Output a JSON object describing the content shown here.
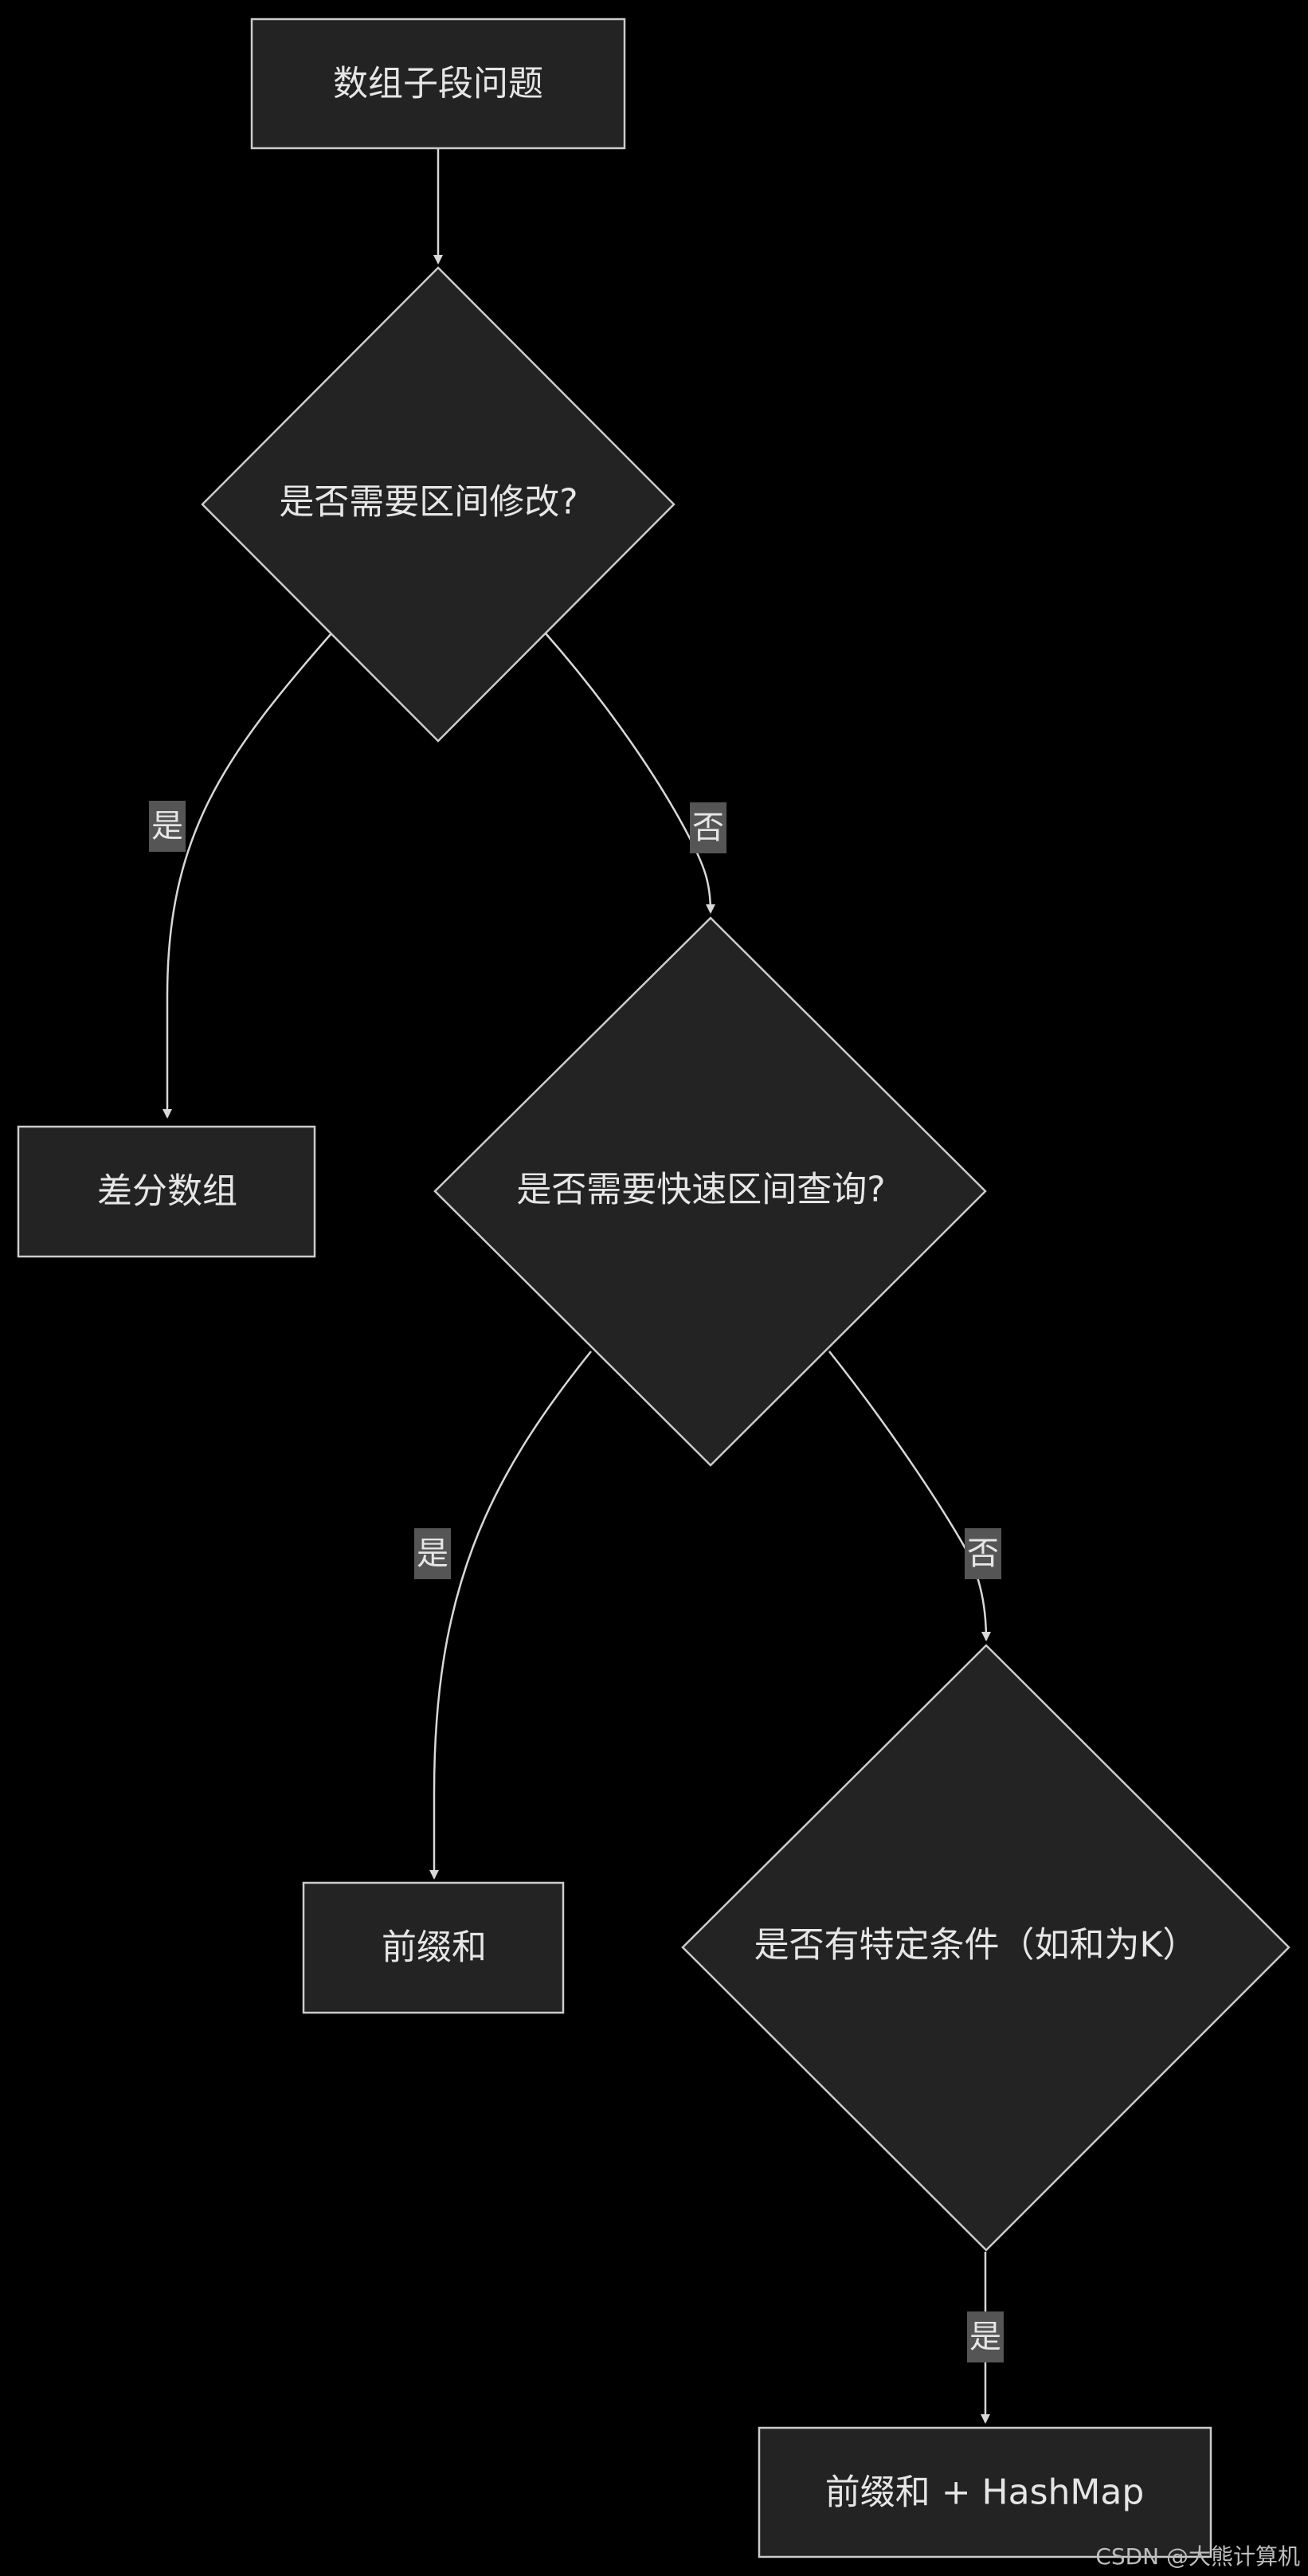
{
  "nodes": {
    "start": "数组子段问题",
    "decision_range_modify": "是否需要区间修改?",
    "diff_array": "差分数组",
    "decision_range_query": "是否需要快速区间查询?",
    "prefix_sum": "前缀和",
    "decision_condition": "是否有特定条件（如和为K）",
    "prefix_hashmap": "前缀和 + HashMap"
  },
  "edges": {
    "modify_yes": "是",
    "modify_no": "否",
    "query_yes": "是",
    "query_no": "否",
    "condition_yes": "是"
  },
  "watermark": "CSDN @大熊计算机",
  "colors": {
    "background": "#000000",
    "node_fill": "#232323",
    "node_stroke": "#cccccc",
    "edge": "#d8d8d8",
    "edge_label_bg": "#555555",
    "text": "#e6e6e6"
  }
}
